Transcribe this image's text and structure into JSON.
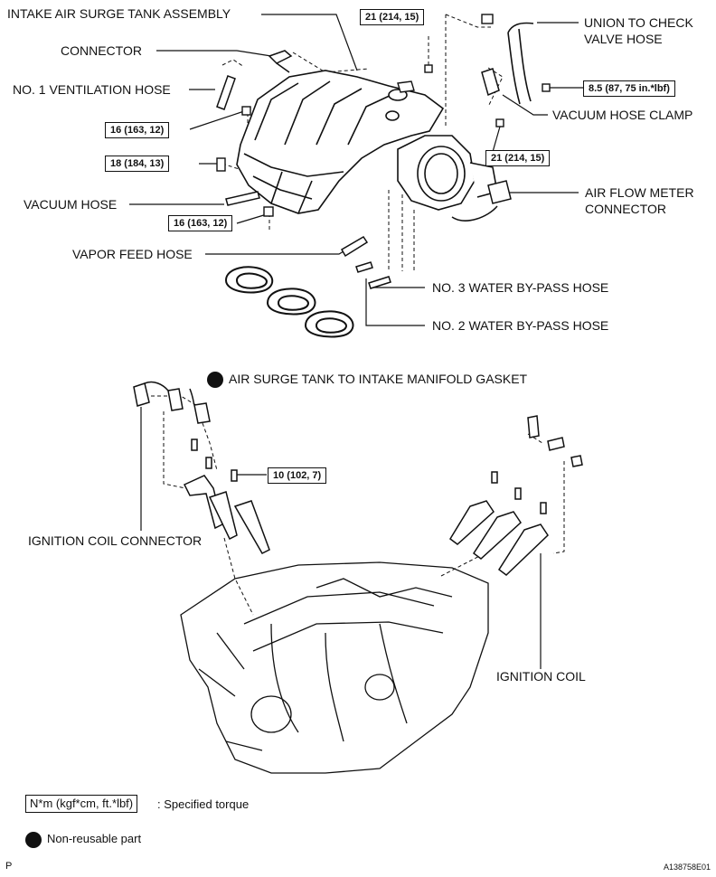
{
  "labels": {
    "intake_tank": "INTAKE AIR SURGE TANK ASSEMBLY",
    "connector": "CONNECTOR",
    "vent_hose": "NO. 1 VENTILATION HOSE",
    "union_line1": "UNION TO CHECK",
    "union_line2": "VALVE HOSE",
    "vacuum_clamp": "VACUUM HOSE CLAMP",
    "vacuum_hose": "VACUUM HOSE",
    "afm_line1": "AIR FLOW METER",
    "afm_line2": "CONNECTOR",
    "vapor_hose": "VAPOR FEED HOSE",
    "water3": "NO. 3 WATER BY-PASS HOSE",
    "water2": "NO. 2 WATER BY-PASS HOSE",
    "gasket": "AIR SURGE TANK TO INTAKE MANIFOLD GASKET",
    "ign_connector": "IGNITION COIL CONNECTOR",
    "ign_coil": "IGNITION COIL"
  },
  "torques": {
    "t1": "21 (214, 15)",
    "t2": "8.5 (87, 75 in.*lbf)",
    "t3": "16 (163, 12)",
    "t4": "18 (184, 13)",
    "t5": "21 (214, 15)",
    "t6": "16 (163, 12)",
    "t7": "10 (102, 7)"
  },
  "legend": {
    "torque_box": "N*m (kgf*cm, ft.*lbf)",
    "torque_text": ": Specified torque",
    "nonreusable": "Non-reusable part"
  },
  "footer": {
    "left": "P",
    "right": "A138758E01"
  }
}
